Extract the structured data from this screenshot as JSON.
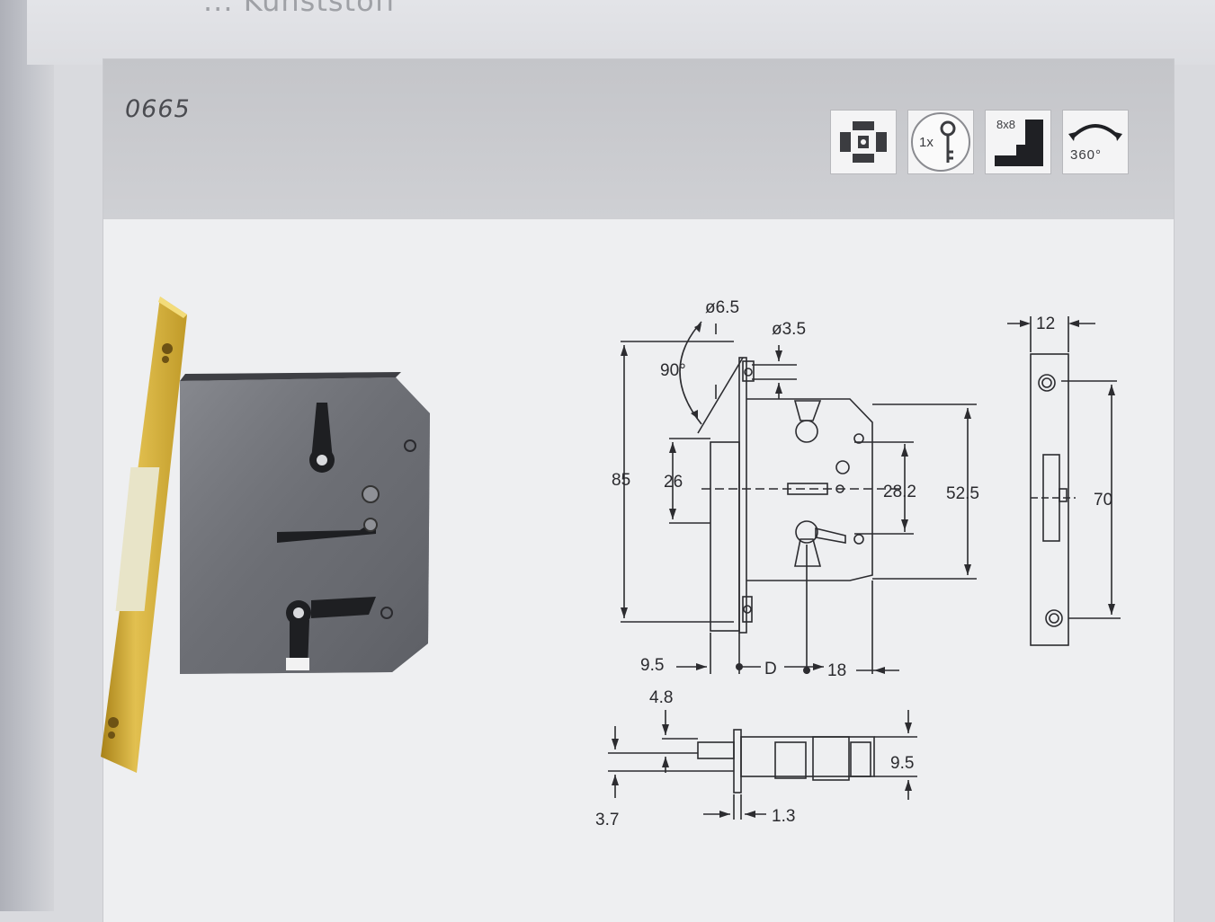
{
  "header": {
    "top_text": "... Kunststoff",
    "product_code": "0665"
  },
  "icons": [
    {
      "name": "lock-case-icon"
    },
    {
      "name": "key-icon",
      "label": "1x"
    },
    {
      "name": "square-spindle-icon",
      "label": "8x8"
    },
    {
      "name": "rotation-icon",
      "label": "360°"
    }
  ],
  "drawing": {
    "front_view": {
      "angle": "90°",
      "hole_large": "ø6.5",
      "hole_small": "ø3.5",
      "height_total": "85",
      "height_bolt": "26",
      "spacing_keyholes": "28.2",
      "height_body": "52.5",
      "offset_left": "9.5",
      "backset": "D",
      "offset_right": "18"
    },
    "side_view": {
      "width": "12",
      "screw_spacing": "70"
    },
    "bolt_view": {
      "offset_top": "4.8",
      "offset_bottom": "3.7",
      "thickness_plate": "1.3",
      "bolt_height": "9.5"
    }
  },
  "colors": {
    "brass": "#c9a227",
    "lock_body": "#6c6e74",
    "header_bg": "#c6c7cb",
    "card_bg": "#eeeff1"
  }
}
